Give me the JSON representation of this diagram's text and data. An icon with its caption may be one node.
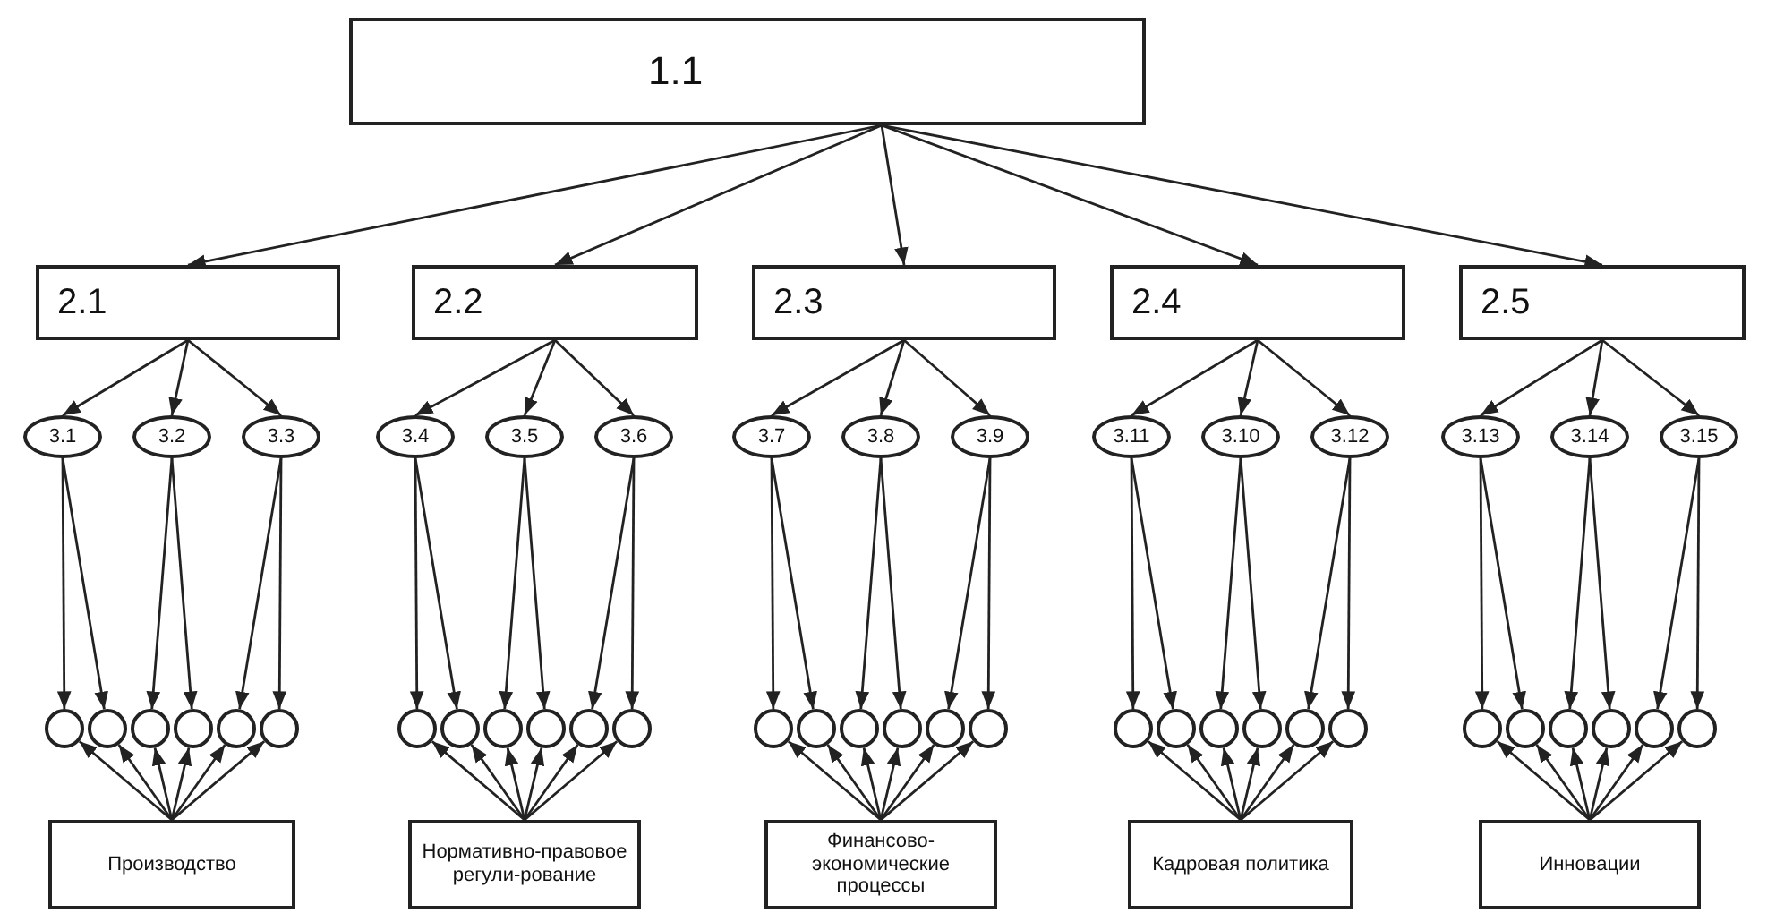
{
  "diagram": {
    "nodes": [
      {
        "text": [
          "1.1"
        ]
      },
      {
        "text": [
          "2.1"
        ]
      },
      {
        "text": [
          "2.2"
        ]
      },
      {
        "text": [
          "2.3"
        ]
      },
      {
        "text": [
          "2.4"
        ]
      },
      {
        "text": [
          "2.5"
        ]
      },
      {
        "text": [
          "3.1"
        ]
      },
      {
        "text": [
          "3.2"
        ]
      },
      {
        "text": [
          "3.3"
        ]
      },
      {
        "text": [
          "3.4"
        ]
      },
      {
        "text": [
          "3.5"
        ]
      },
      {
        "text": [
          "3.6"
        ]
      },
      {
        "text": [
          "3.7"
        ]
      },
      {
        "text": [
          "3.8"
        ]
      },
      {
        "text": [
          "3.9"
        ]
      },
      {
        "text": [
          "3.11"
        ]
      },
      {
        "text": [
          "3.10"
        ]
      },
      {
        "text": [
          "3.12"
        ]
      },
      {
        "text": [
          "3.13"
        ]
      },
      {
        "text": [
          "3.14"
        ]
      },
      {
        "text": [
          "3.15"
        ]
      },
      {
        "text": [],
        "shape": "circle"
      },
      {
        "text": [],
        "shape": "circle"
      },
      {
        "text": [],
        "shape": "circle"
      },
      {
        "text": [],
        "shape": "circle"
      },
      {
        "text": [],
        "shape": "circle"
      },
      {
        "text": [],
        "shape": "circle"
      },
      {
        "text": [],
        "shape": "circle"
      },
      {
        "text": [],
        "shape": "circle"
      },
      {
        "text": [],
        "shape": "circle"
      },
      {
        "text": [],
        "shape": "circle"
      },
      {
        "text": [],
        "shape": "circle"
      },
      {
        "text": [],
        "shape": "circle"
      },
      {
        "text": [],
        "shape": "circle"
      },
      {
        "text": [],
        "shape": "circle"
      },
      {
        "text": [],
        "shape": "circle"
      },
      {
        "text": [],
        "shape": "circle"
      },
      {
        "text": [],
        "shape": "circle"
      },
      {
        "text": [],
        "shape": "circle"
      },
      {
        "text": [],
        "shape": "circle"
      },
      {
        "text": [],
        "shape": "circle"
      },
      {
        "text": [],
        "shape": "circle"
      },
      {
        "text": [],
        "shape": "circle"
      },
      {
        "text": [],
        "shape": "circle"
      },
      {
        "text": [],
        "shape": "circle"
      },
      {
        "text": [],
        "shape": "circle"
      },
      {
        "text": [],
        "shape": "circle"
      },
      {
        "text": [],
        "shape": "circle"
      },
      {
        "text": [],
        "shape": "circle"
      },
      {
        "text": [],
        "shape": "circle"
      },
      {
        "text": [],
        "shape": "circle"
      },
      {
        "text": [
          "Производство"
        ]
      },
      {
        "text": [
          "Нормативно-правовое регули-рование"
        ]
      },
      {
        "text": [
          "Финансово-экономические процессы"
        ]
      },
      {
        "text": [
          "Кадровая политика"
        ]
      },
      {
        "text": [
          "Инновации"
        ]
      }
    ],
    "edges": [
      {
        "from": 0,
        "to": 1,
        "arrow": "to"
      },
      {
        "from": 0,
        "to": 2,
        "arrow": "to"
      },
      {
        "from": 0,
        "to": 3,
        "arrow": "to"
      },
      {
        "from": 0,
        "to": 4,
        "arrow": "to"
      },
      {
        "from": 0,
        "to": 5,
        "arrow": "to"
      },
      {
        "from": 1,
        "to": 6,
        "arrow": "to"
      },
      {
        "from": 1,
        "to": 7,
        "arrow": "to"
      },
      {
        "from": 1,
        "to": 8,
        "arrow": "to"
      },
      {
        "from": 2,
        "to": 9,
        "arrow": "to"
      },
      {
        "from": 2,
        "to": 10,
        "arrow": "to"
      },
      {
        "from": 2,
        "to": 11,
        "arrow": "to"
      },
      {
        "from": 3,
        "to": 12,
        "arrow": "to"
      },
      {
        "from": 3,
        "to": 13,
        "arrow": "to"
      },
      {
        "from": 3,
        "to": 14,
        "arrow": "to"
      },
      {
        "from": 4,
        "to": 15,
        "arrow": "to"
      },
      {
        "from": 4,
        "to": 16,
        "arrow": "to"
      },
      {
        "from": 4,
        "to": 17,
        "arrow": "to"
      },
      {
        "from": 5,
        "to": 18,
        "arrow": "to"
      },
      {
        "from": 5,
        "to": 19,
        "arrow": "to"
      },
      {
        "from": 5,
        "to": 20,
        "arrow": "to"
      },
      {
        "from": 6,
        "to": 21,
        "arrow": "to"
      },
      {
        "from": 6,
        "to": 22,
        "arrow": "to"
      },
      {
        "from": 7,
        "to": 23,
        "arrow": "to"
      },
      {
        "from": 7,
        "to": 24,
        "arrow": "to"
      },
      {
        "from": 8,
        "to": 25,
        "arrow": "to"
      },
      {
        "from": 8,
        "to": 26,
        "arrow": "to"
      },
      {
        "from": 9,
        "to": 27,
        "arrow": "to"
      },
      {
        "from": 9,
        "to": 28,
        "arrow": "to"
      },
      {
        "from": 10,
        "to": 29,
        "arrow": "to"
      },
      {
        "from": 10,
        "to": 30,
        "arrow": "to"
      },
      {
        "from": 11,
        "to": 31,
        "arrow": "to"
      },
      {
        "from": 11,
        "to": 32,
        "arrow": "to"
      },
      {
        "from": 12,
        "to": 33,
        "arrow": "to"
      },
      {
        "from": 12,
        "to": 34,
        "arrow": "to"
      },
      {
        "from": 13,
        "to": 35,
        "arrow": "to"
      },
      {
        "from": 13,
        "to": 36,
        "arrow": "to"
      },
      {
        "from": 14,
        "to": 37,
        "arrow": "to"
      },
      {
        "from": 14,
        "to": 38,
        "arrow": "to"
      },
      {
        "from": 15,
        "to": 39,
        "arrow": "to"
      },
      {
        "from": 15,
        "to": 40,
        "arrow": "to"
      },
      {
        "from": 16,
        "to": 41,
        "arrow": "to"
      },
      {
        "from": 16,
        "to": 42,
        "arrow": "to"
      },
      {
        "from": 17,
        "to": 43,
        "arrow": "to"
      },
      {
        "from": 17,
        "to": 44,
        "arrow": "to"
      },
      {
        "from": 18,
        "to": 45,
        "arrow": "to"
      },
      {
        "from": 18,
        "to": 46,
        "arrow": "to"
      },
      {
        "from": 19,
        "to": 47,
        "arrow": "to"
      },
      {
        "from": 19,
        "to": 48,
        "arrow": "to"
      },
      {
        "from": 20,
        "to": 49,
        "arrow": "to"
      },
      {
        "from": 20,
        "to": 50,
        "arrow": "to"
      },
      {
        "from": 51,
        "to": 21,
        "arrow": "to"
      },
      {
        "from": 51,
        "to": 22,
        "arrow": "to"
      },
      {
        "from": 51,
        "to": 23,
        "arrow": "to"
      },
      {
        "from": 51,
        "to": 24,
        "arrow": "to"
      },
      {
        "from": 51,
        "to": 25,
        "arrow": "to"
      },
      {
        "from": 51,
        "to": 26,
        "arrow": "to"
      },
      {
        "from": 52,
        "to": 27,
        "arrow": "to"
      },
      {
        "from": 52,
        "to": 28,
        "arrow": "to"
      },
      {
        "from": 52,
        "to": 29,
        "arrow": "to"
      },
      {
        "from": 52,
        "to": 30,
        "arrow": "to"
      },
      {
        "from": 52,
        "to": 31,
        "arrow": "to"
      },
      {
        "from": 52,
        "to": 32,
        "arrow": "to"
      },
      {
        "from": 53,
        "to": 33,
        "arrow": "to"
      },
      {
        "from": 53,
        "to": 34,
        "arrow": "to"
      },
      {
        "from": 53,
        "to": 35,
        "arrow": "to"
      },
      {
        "from": 53,
        "to": 36,
        "arrow": "to"
      },
      {
        "from": 53,
        "to": 37,
        "arrow": "to"
      },
      {
        "from": 53,
        "to": 38,
        "arrow": "to"
      },
      {
        "from": 54,
        "to": 39,
        "arrow": "to"
      },
      {
        "from": 54,
        "to": 40,
        "arrow": "to"
      },
      {
        "from": 54,
        "to": 41,
        "arrow": "to"
      },
      {
        "from": 54,
        "to": 42,
        "arrow": "to"
      },
      {
        "from": 54,
        "to": 43,
        "arrow": "to"
      },
      {
        "from": 54,
        "to": 44,
        "arrow": "to"
      },
      {
        "from": 55,
        "to": 45,
        "arrow": "to"
      },
      {
        "from": 55,
        "to": 46,
        "arrow": "to"
      },
      {
        "from": 55,
        "to": 47,
        "arrow": "to"
      },
      {
        "from": 55,
        "to": 48,
        "arrow": "to"
      },
      {
        "from": 55,
        "to": 49,
        "arrow": "to"
      },
      {
        "from": 55,
        "to": 50,
        "arrow": "to"
      }
    ]
  }
}
